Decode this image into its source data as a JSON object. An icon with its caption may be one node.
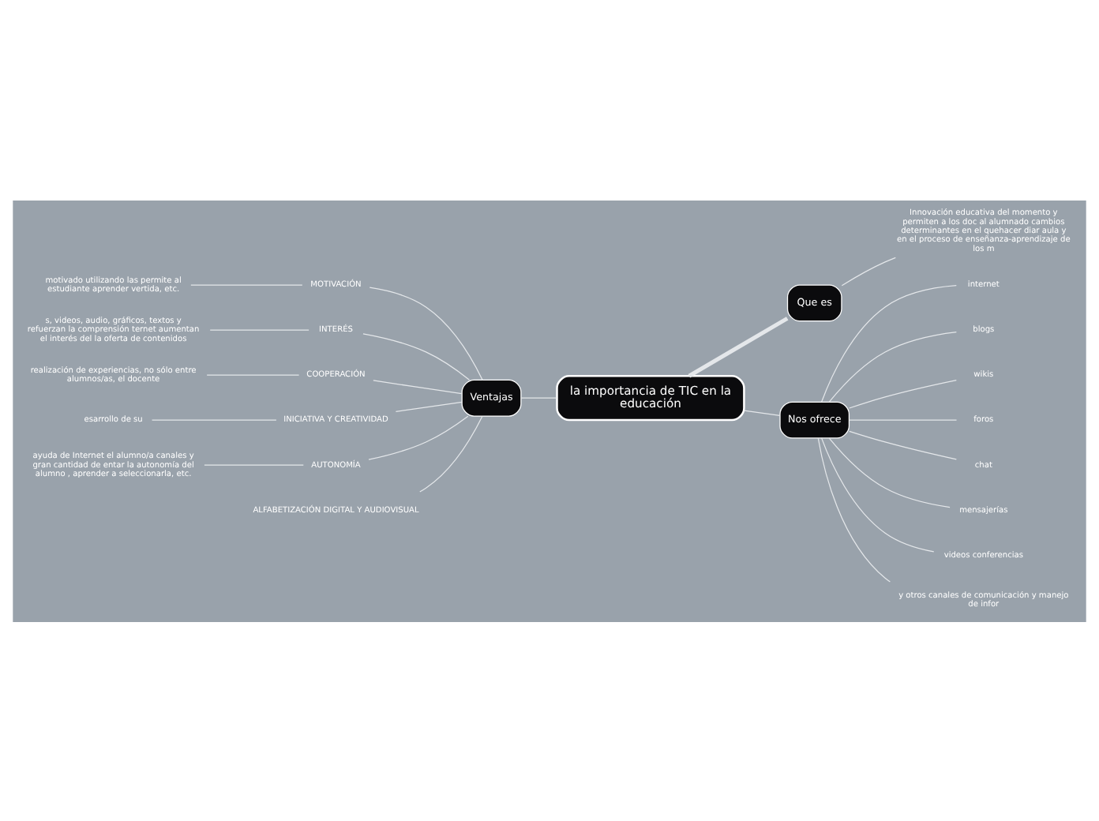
{
  "diagram": {
    "nodes": [
      {
        "text": [
          "la importancia de TIC en la educación"
        ]
      },
      {
        "text": [
          "Ventajas"
        ]
      },
      {
        "text": [
          "Que es"
        ]
      },
      {
        "text": [
          "Nos ofrece"
        ]
      },
      {
        "text": [
          "MOTIVACIÓN"
        ]
      },
      {
        "text": [
          "motivado utilizando las permite al estudiante aprender vertida, etc."
        ]
      },
      {
        "text": [
          "INTERÉS"
        ]
      },
      {
        "text": [
          "s, videos, audio, gráficos, textos y refuerzan la comprensión ternet aumentan el interés del la oferta de contenidos"
        ]
      },
      {
        "text": [
          "COOPERACIÓN"
        ]
      },
      {
        "text": [
          "realización de experiencias, no sólo entre alumnos/as, el docente"
        ]
      },
      {
        "text": [
          "INICIATIVA Y CREATIVIDAD"
        ]
      },
      {
        "text": [
          "esarrollo de su"
        ]
      },
      {
        "text": [
          "AUTONOMÍA"
        ]
      },
      {
        "text": [
          "ayuda de Internet el alumno/a canales y gran cantidad de entar la autonomía del alumno , aprender a seleccionarla, etc."
        ]
      },
      {
        "text": [
          "ALFABETIZACIÓN DIGITAL Y AUDIOVISUAL"
        ]
      },
      {
        "text": [
          "Innovación educativa del momento y permiten a los doc al alumnado cambios determinantes en el quehacer diar aula y en el proceso de enseñanza-aprendizaje de los m"
        ]
      },
      {
        "text": [
          "internet"
        ]
      },
      {
        "text": [
          "blogs"
        ]
      },
      {
        "text": [
          "wikis"
        ]
      },
      {
        "text": [
          "foros"
        ]
      },
      {
        "text": [
          "chat"
        ]
      },
      {
        "text": [
          "mensajerías"
        ]
      },
      {
        "text": [
          "videos conferencias"
        ]
      },
      {
        "text": [
          "y otros canales de comunicación y manejo de infor"
        ]
      }
    ],
    "edges": [
      {
        "from": 1,
        "to": 0,
        "arrow": "none"
      },
      {
        "from": 0,
        "to": 2,
        "arrow": "none",
        "style": "thick"
      },
      {
        "from": 0,
        "to": 3,
        "arrow": "none"
      },
      {
        "from": 4,
        "to": 1,
        "arrow": "none"
      },
      {
        "from": 5,
        "to": 4,
        "arrow": "none"
      },
      {
        "from": 6,
        "to": 1,
        "arrow": "none"
      },
      {
        "from": 7,
        "to": 6,
        "arrow": "none"
      },
      {
        "from": 8,
        "to": 1,
        "arrow": "none"
      },
      {
        "from": 9,
        "to": 8,
        "arrow": "none"
      },
      {
        "from": 10,
        "to": 1,
        "arrow": "none"
      },
      {
        "from": 11,
        "to": 10,
        "arrow": "none"
      },
      {
        "from": 12,
        "to": 1,
        "arrow": "none"
      },
      {
        "from": 13,
        "to": 12,
        "arrow": "none"
      },
      {
        "from": 14,
        "to": 1,
        "arrow": "none"
      },
      {
        "from": 2,
        "to": 15,
        "arrow": "none"
      },
      {
        "from": 3,
        "to": 16,
        "arrow": "none"
      },
      {
        "from": 3,
        "to": 17,
        "arrow": "none"
      },
      {
        "from": 3,
        "to": 18,
        "arrow": "none"
      },
      {
        "from": 3,
        "to": 19,
        "arrow": "none"
      },
      {
        "from": 3,
        "to": 20,
        "arrow": "none"
      },
      {
        "from": 3,
        "to": 21,
        "arrow": "none"
      },
      {
        "from": 3,
        "to": 22,
        "arrow": "none"
      },
      {
        "from": 3,
        "to": 23,
        "arrow": "none"
      }
    ]
  }
}
